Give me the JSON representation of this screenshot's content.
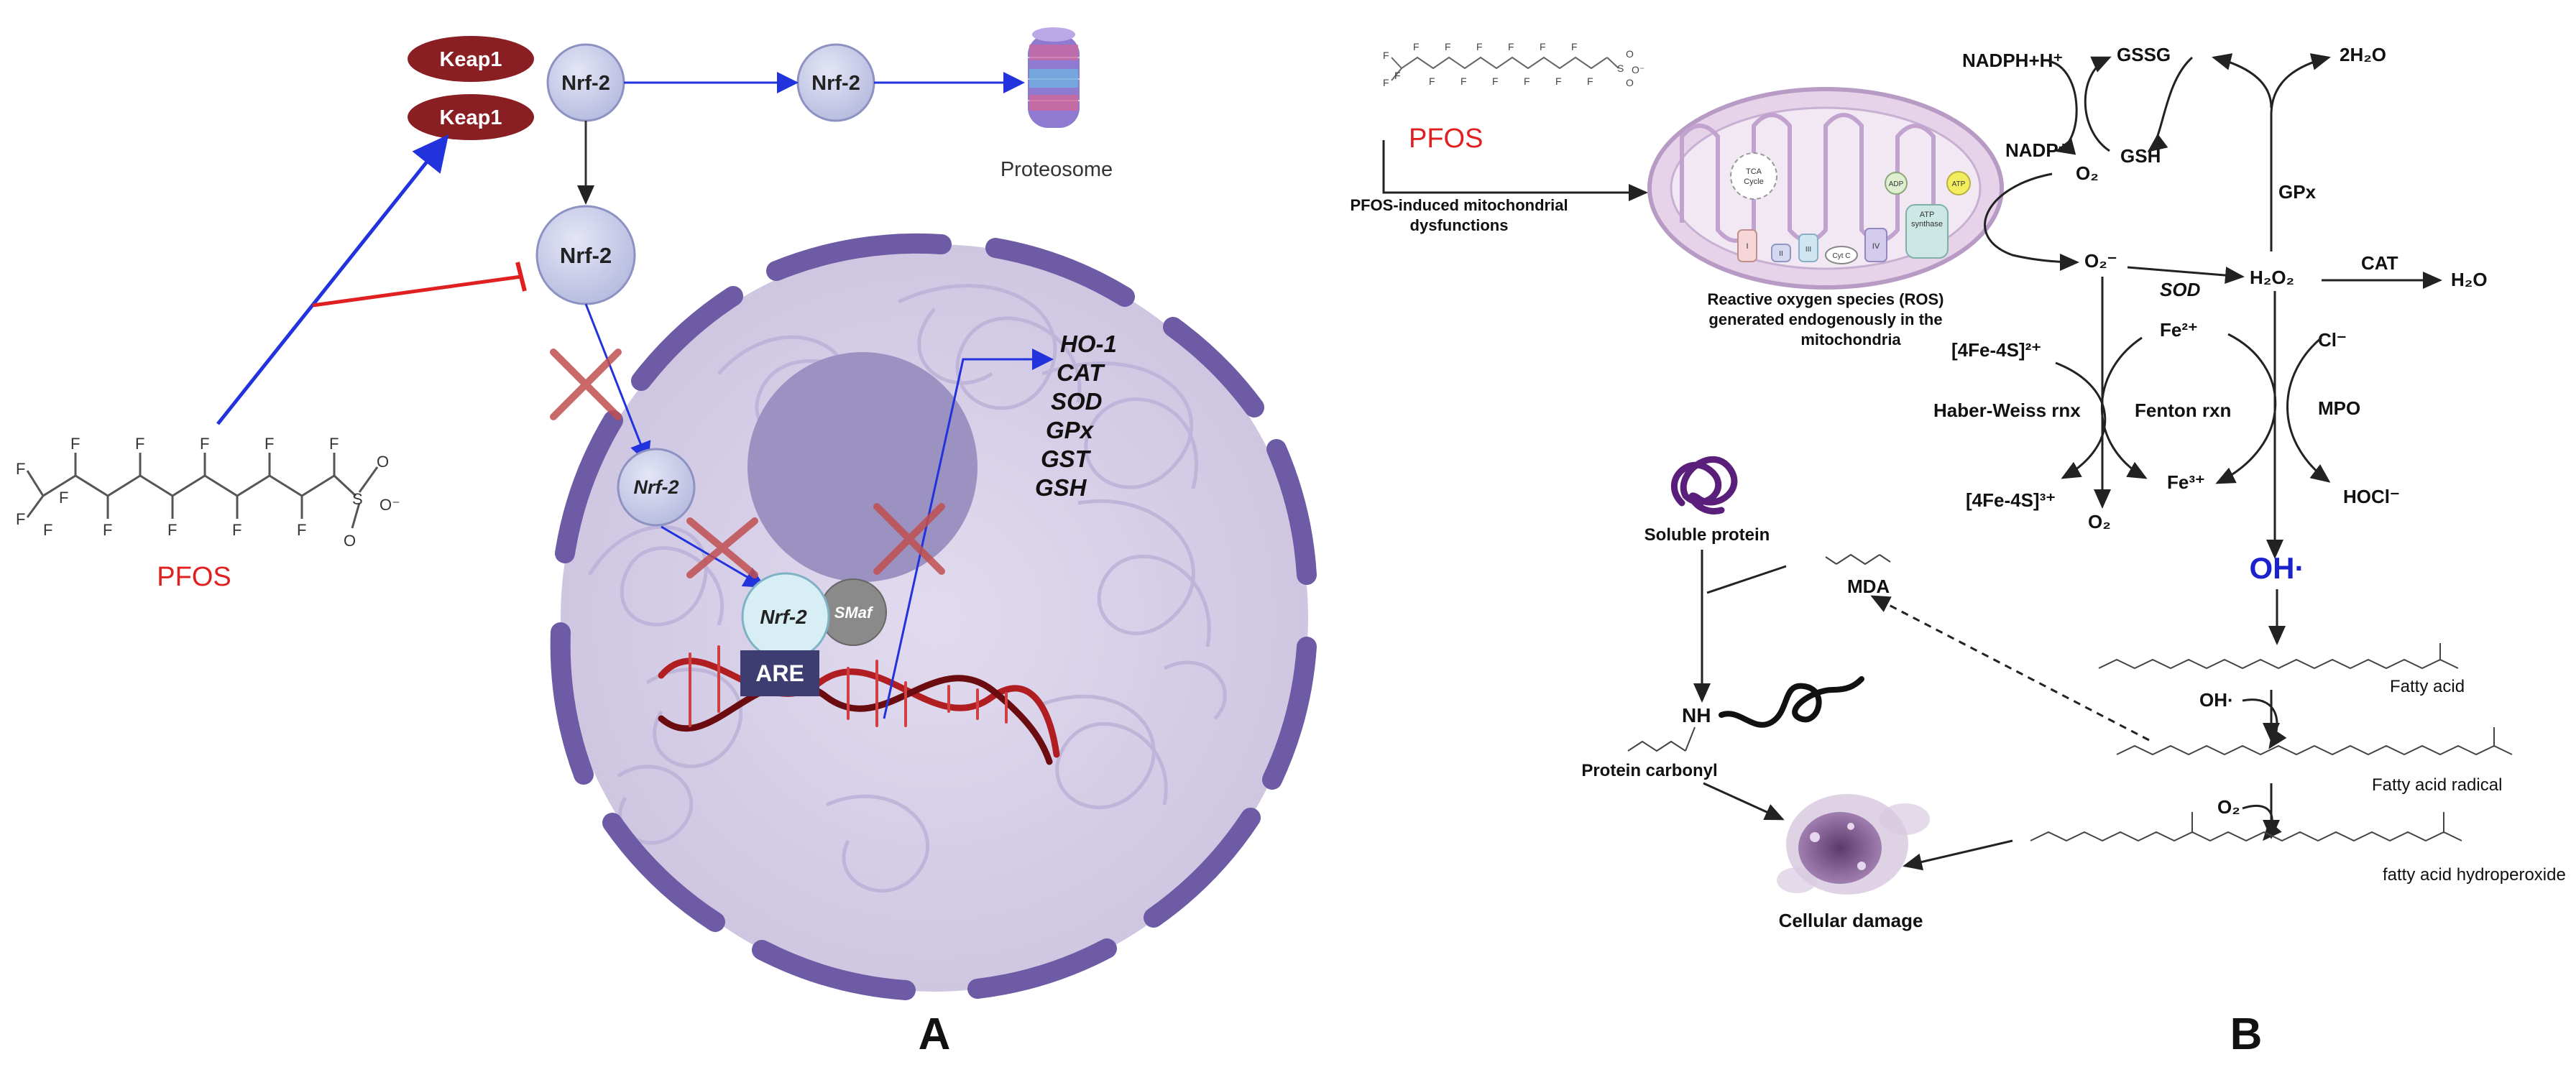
{
  "panel_a": {
    "keap1_top": "Keap1",
    "keap1_bottom": "Keap1",
    "nrf2_complex": "Nrf-2",
    "nrf2_free": "Nrf-2",
    "proteosome": "Proteosome",
    "nrf2_cytoplasm": "Nrf-2",
    "nrf2_nucleus": "Nrf-2",
    "nrf2_bound": "Nrf-2",
    "smaf": "SMaf",
    "are": "ARE",
    "target_genes": [
      "HO-1",
      "CAT",
      "SOD",
      "GPx",
      "GST",
      "GSH"
    ],
    "pfos_label": "PFOS",
    "panel_letter": "A",
    "colors": {
      "activation": "#2233dd",
      "inhibition": "#e02020",
      "keap1": "#8a1f23",
      "nrf2": "#c9cce8",
      "nucleus": "#d8d0e8",
      "membrane": "#7a67ad"
    }
  },
  "panel_b": {
    "pfos_label": "PFOS",
    "pfos_induced": "PFOS-induced mitochondrial",
    "dysfunctions": "dysfunctions",
    "mito": {
      "tca": "TCA",
      "cycle": "Cycle",
      "adp": "ADP",
      "atp": "ATP",
      "atp_synthase_1": "ATP",
      "atp_synthase_2": "synthase",
      "c1": "I",
      "c2": "II",
      "c3": "III",
      "cytc": "Cyt C",
      "c4": "IV"
    },
    "ros_line1": "Reactive oxygen species (ROS)",
    "ros_line2": "generated endogenously in the",
    "ros_line3": "mitochondria",
    "nadph": "NADPH+H⁺",
    "gssg": "GSSG",
    "two_h2o": "2H₂O",
    "nadp": "NADP⁺",
    "o2_top": "O₂",
    "gsh": "GSH",
    "gpx": "GPx",
    "superoxide": "O₂⁻",
    "sod": "SOD",
    "h2o2": "H₂O₂",
    "cat": "CAT",
    "h2o": "H₂O",
    "fe4s4_2": "[4Fe-4S]²⁺",
    "fe2": "Fe²⁺",
    "cl": "Cl⁻",
    "haber_weiss": "Haber-Weiss rnx",
    "fenton": "Fenton rxn",
    "mpo": "MPO",
    "fe4s4_3": "[4Fe-4S]³⁺",
    "fe3": "Fe³⁺",
    "hocl": "HOCl⁻",
    "o2_bottom": "O₂",
    "oh": "OH·",
    "soluble_protein": "Soluble protein",
    "mda": "MDA",
    "nh": "NH",
    "protein_carbonyl": "Protein carbonyl",
    "fatty_acid": "Fatty acid",
    "oh_minus": "OH·",
    "fatty_acid_radical": "Fatty acid radical",
    "o2_lipid": "O₂",
    "fatty_acid_hydroperoxide": "fatty acid hydroperoxide",
    "cellular_damage": "Cellular damage",
    "panel_letter": "B",
    "colors": {
      "pfos": "#e02020",
      "oh": "#1a22cc",
      "mito_fill": "#e8d8ec",
      "protein": "#5a1f7a"
    }
  }
}
